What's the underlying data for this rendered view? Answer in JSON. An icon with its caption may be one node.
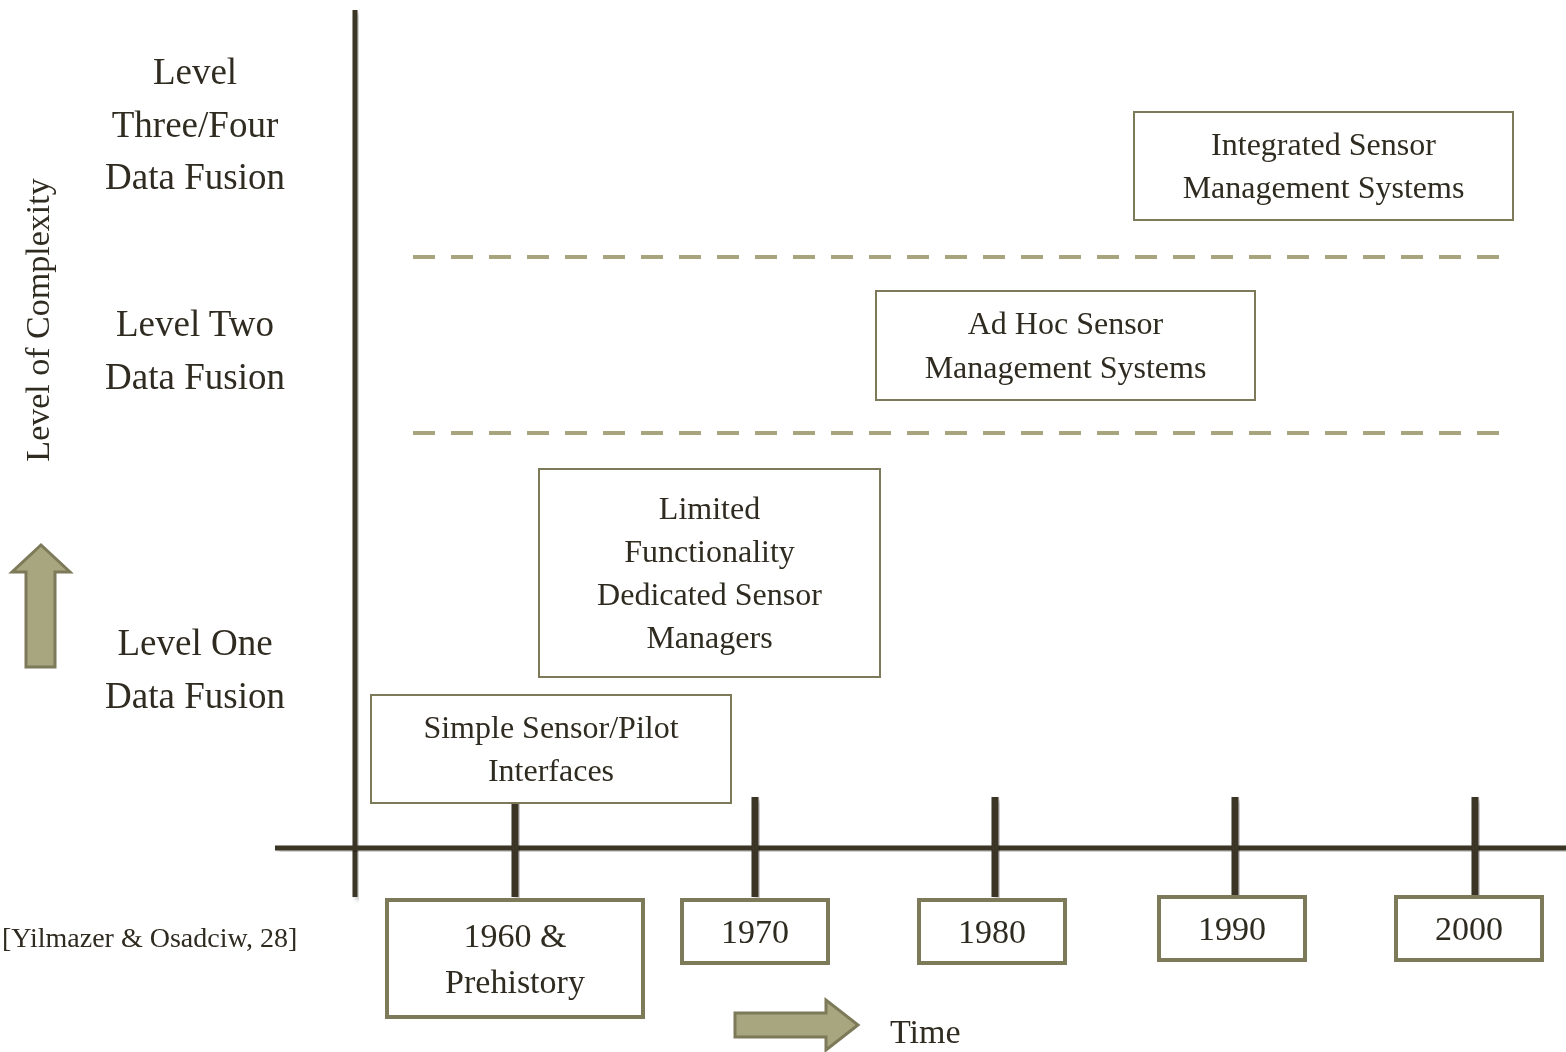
{
  "diagram": {
    "nodes": [
      {
        "text": [
          "Integrated Sensor Management Systems"
        ]
      },
      {
        "text": [
          "Ad Hoc Sensor Management Systems"
        ]
      },
      {
        "text": [
          "Limited Functionality Dedicated Sensor Managers"
        ]
      },
      {
        "text": [
          "Simple Sensor/Pilot Interfaces"
        ]
      },
      {
        "text": [
          "1960 & Prehistory"
        ]
      },
      {
        "text": [
          "1970"
        ]
      },
      {
        "text": [
          "1980"
        ]
      },
      {
        "text": [
          "1990"
        ]
      },
      {
        "text": [
          "2000"
        ]
      }
    ],
    "edges": [],
    "labels": [
      "Level Three/Four Data Fusion",
      "Level of Complexity",
      "Level Two Data Fusion",
      "Level One Data Fusion",
      "[Yilmazer & Osadciw, 28]",
      "Time"
    ]
  }
}
